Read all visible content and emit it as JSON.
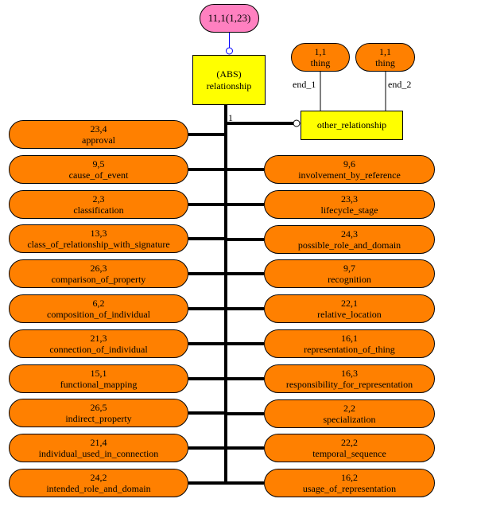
{
  "top_node": {
    "label": "11,1(1,23)",
    "color": "#ff80c0"
  },
  "main_entity": {
    "line1": "(ABS)",
    "line2": "relationship",
    "color": "#ffff00"
  },
  "trunk_cardinality": "1",
  "other_relationship": {
    "label": "other_relationship"
  },
  "ends": [
    {
      "id": "1,1",
      "name": "thing",
      "role": "end_1"
    },
    {
      "id": "1,1",
      "name": "thing",
      "role": "end_2"
    }
  ],
  "left_subtypes": [
    {
      "id": "23,4",
      "name": "approval"
    },
    {
      "id": "9,5",
      "name": "cause_of_event"
    },
    {
      "id": "2,3",
      "name": "classification"
    },
    {
      "id": "13,3",
      "name": "class_of_relationship_with_signature"
    },
    {
      "id": "26,3",
      "name": "comparison_of_property"
    },
    {
      "id": "6,2",
      "name": "composition_of_individual"
    },
    {
      "id": "21,3",
      "name": "connection_of_individual"
    },
    {
      "id": "15,1",
      "name": "functional_mapping"
    },
    {
      "id": "26,5",
      "name": "indirect_property"
    },
    {
      "id": "21,4",
      "name": "individual_used_in_connection"
    },
    {
      "id": "24,2",
      "name": "intended_role_and_domain"
    }
  ],
  "right_subtypes": [
    {
      "id": "9,6",
      "name": "involvement_by_reference"
    },
    {
      "id": "23,3",
      "name": "lifecycle_stage"
    },
    {
      "id": "24,3",
      "name": "possible_role_and_domain"
    },
    {
      "id": "9,7",
      "name": "recognition"
    },
    {
      "id": "22,1",
      "name": "relative_location"
    },
    {
      "id": "16,1",
      "name": "representation_of_thing"
    },
    {
      "id": "16,3",
      "name": "responsibility_for_representation"
    },
    {
      "id": "2,2",
      "name": "specialization"
    },
    {
      "id": "22,2",
      "name": "temporal_sequence"
    },
    {
      "id": "16,2",
      "name": "usage_of_representation"
    }
  ],
  "colors": {
    "subtype_fill": "#ff8000",
    "entity_fill": "#ffff00",
    "link_blue": "#0000ff"
  }
}
